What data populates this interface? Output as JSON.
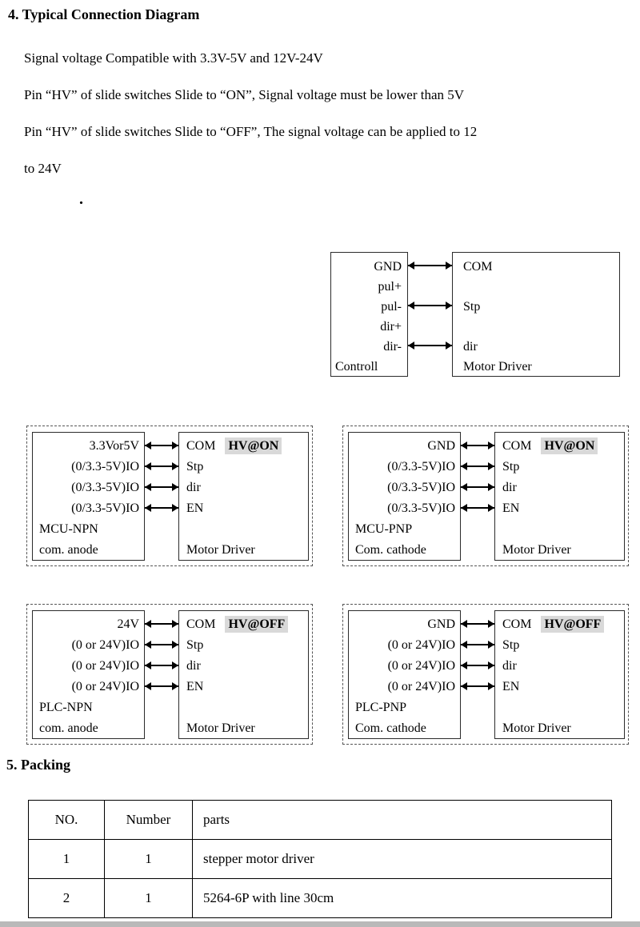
{
  "section4": {
    "title": "4. Typical Connection Diagram"
  },
  "intro": {
    "line1": "Signal voltage Compatible with 3.3V-5V and 12V-24V",
    "line2": "Pin “HV” of slide switches Slide to “ON”, Signal voltage must be lower than 5V",
    "line3": "Pin “HV” of slide switches Slide to “OFF”, The signal voltage can be applied to 12",
    "line4": "to 24V",
    "dot": "."
  },
  "top_diagram": {
    "controller": {
      "pins": [
        "GND",
        "pul+",
        "pul-",
        "dir+",
        "dir-"
      ],
      "label": "Controll"
    },
    "driver": {
      "pins": [
        "COM",
        "Stp",
        "dir"
      ],
      "label": "Motor Driver"
    }
  },
  "diagrams": [
    {
      "pins": [
        "3.3Vor5V",
        "(0/3.3-5V)IO",
        "(0/3.3-5V)IO",
        "(0/3.3-5V)IO"
      ],
      "device": [
        "MCU-NPN",
        "com. anode"
      ],
      "hv": "HV@ON",
      "driver_pins": [
        "COM",
        "Stp",
        "dir",
        "EN"
      ],
      "driver_label": "Motor Driver"
    },
    {
      "pins": [
        "GND",
        "(0/3.3-5V)IO",
        "(0/3.3-5V)IO",
        "(0/3.3-5V)IO"
      ],
      "device": [
        "MCU-PNP",
        "Com. cathode"
      ],
      "hv": "HV@ON",
      "driver_pins": [
        "COM",
        "Stp",
        "dir",
        "EN"
      ],
      "driver_label": "Motor Driver"
    },
    {
      "pins": [
        "24V",
        "(0 or 24V)IO",
        "(0 or 24V)IO",
        "(0 or 24V)IO"
      ],
      "device": [
        "PLC-NPN",
        "com. anode"
      ],
      "hv": "HV@OFF",
      "driver_pins": [
        "COM",
        "Stp",
        "dir",
        "EN"
      ],
      "driver_label": "Motor Driver"
    },
    {
      "pins": [
        "GND",
        "(0 or 24V)IO",
        "(0 or 24V)IO",
        "(0 or 24V)IO"
      ],
      "device": [
        "PLC-PNP",
        "Com. cathode"
      ],
      "hv": "HV@OFF",
      "driver_pins": [
        "COM",
        "Stp",
        "dir",
        "EN"
      ],
      "driver_label": "Motor Driver"
    }
  ],
  "packing": {
    "title": "5. Packing",
    "headers": [
      "NO.",
      "Number",
      "parts"
    ],
    "rows": [
      [
        "1",
        "1",
        "stepper motor driver"
      ],
      [
        "2",
        "1",
        "5264-6P with line 30cm"
      ]
    ]
  },
  "colors": {
    "hv_badge_bg": "#d9d9d9",
    "border": "#2b2b2b"
  }
}
